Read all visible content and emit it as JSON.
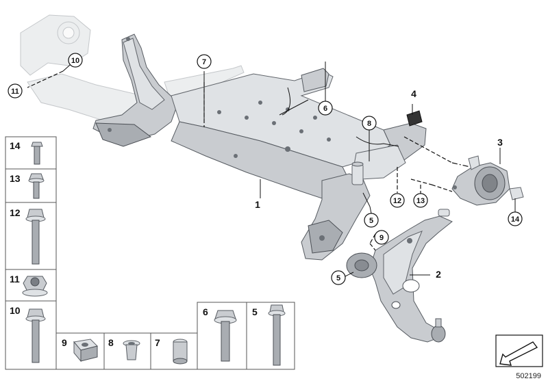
{
  "callouts": {
    "c1": "1",
    "c2": "2",
    "c3": "3",
    "c4": "4",
    "c5a": "5",
    "c5b": "5",
    "c6": "6",
    "c7": "7",
    "c8": "8",
    "c9": "9",
    "c10": "10",
    "c11": "11",
    "c12": "12",
    "c13": "13",
    "c14": "14"
  },
  "legend": {
    "l14": "14",
    "l13": "13",
    "l12": "12",
    "l11": "11",
    "l10": "10",
    "l9": "9",
    "l8": "8",
    "l7": "7",
    "l6": "6",
    "l5": "5"
  },
  "diagram_id": "502199",
  "colors": {
    "metal": "#c9ccd0",
    "ghost": "#eceeef",
    "ink": "#111111"
  }
}
